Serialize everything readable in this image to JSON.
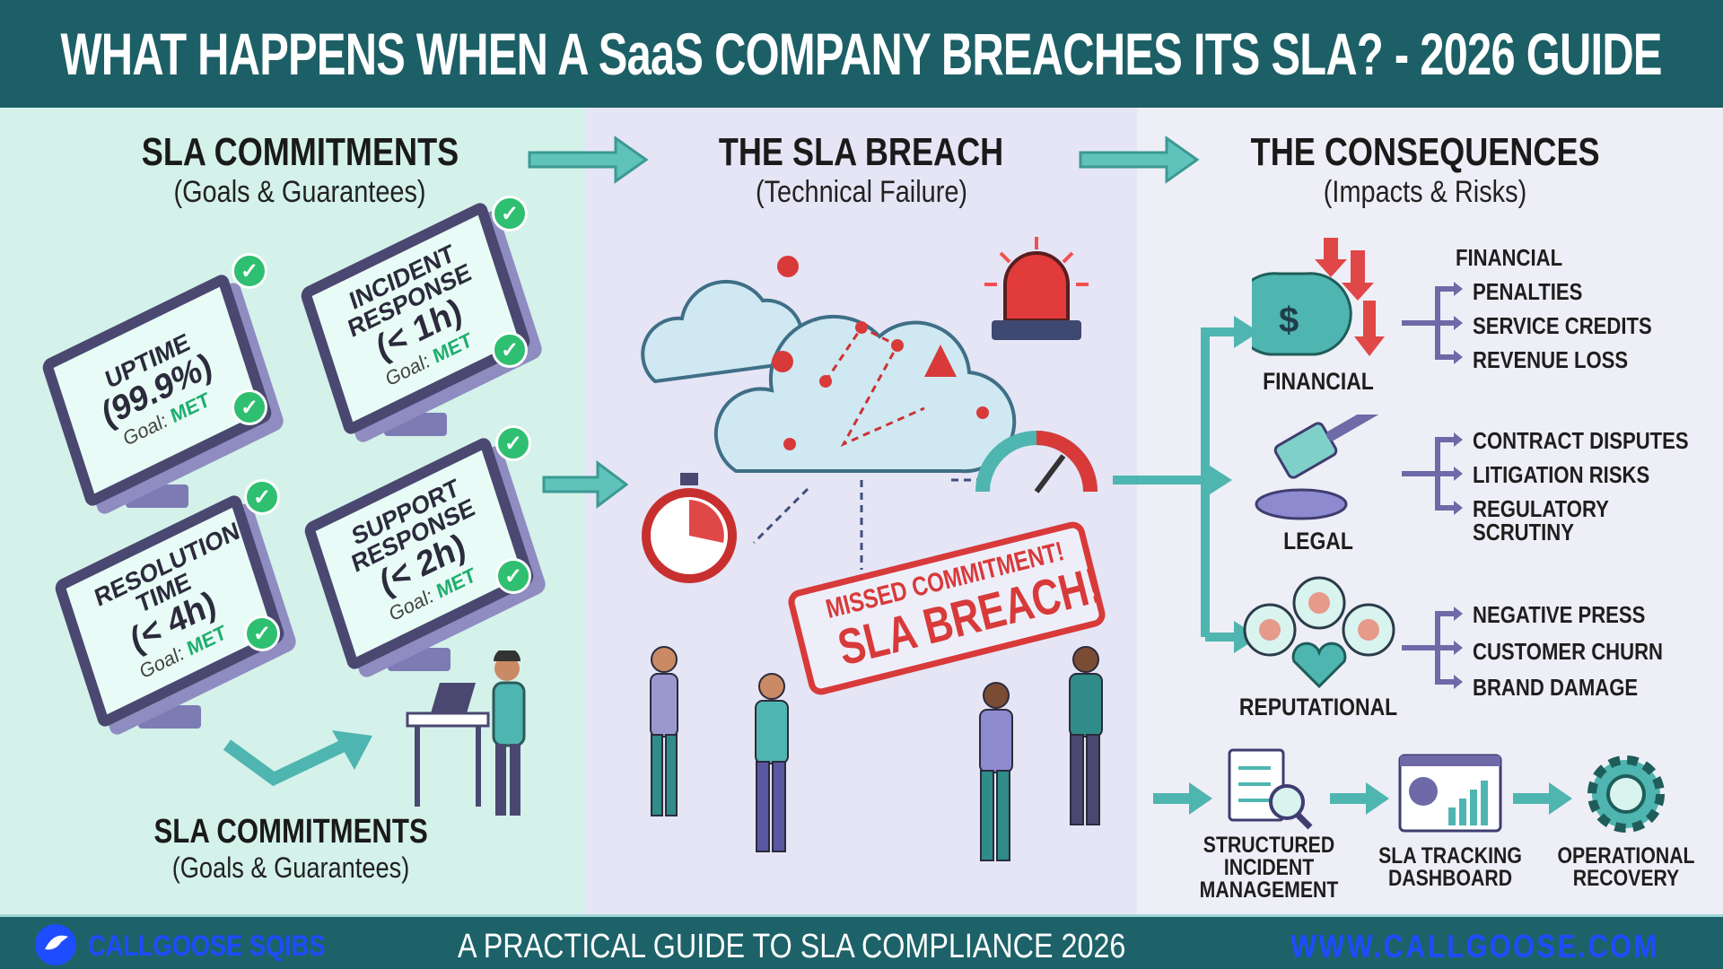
{
  "header": {
    "title": "WHAT HAPPENS WHEN A SaaS COMPANY BREACHES ITS SLA? - 2026 GUIDE"
  },
  "sections": {
    "commitments": {
      "title": "SLA COMMITMENTS",
      "subtitle": "(Goals & Guarantees)"
    },
    "breach": {
      "title": "THE SLA BREACH",
      "subtitle": "(Technical Failure)"
    },
    "consequences": {
      "title": "THE CONSEQUENCES",
      "subtitle": "(Impacts & Risks)"
    },
    "commitments_bottom": {
      "title": "SLA COMMITMENTS",
      "subtitle": "(Goals & Guarantees)"
    }
  },
  "monitors": [
    {
      "label": "UPTIME",
      "value": "(99.9%)",
      "goal": "Goal:",
      "status": "MET"
    },
    {
      "label": "INCIDENT RESPONSE",
      "value": "(< 1h)",
      "goal": "Goal:",
      "status": "MET"
    },
    {
      "label": "RESOLUTION TIME",
      "value": "(< 4h)",
      "goal": "Goal:",
      "status": "MET"
    },
    {
      "label": "SUPPORT RESPONSE",
      "value": "(< 2h)",
      "goal": "Goal:",
      "status": "MET"
    }
  ],
  "stamp": {
    "line1": "MISSED COMMITMENT!",
    "line2": "SLA BREACH!"
  },
  "consequences": {
    "financial": {
      "label": "FINANCIAL",
      "heading": "FINANCIAL",
      "items": [
        "PENALTIES",
        "SERVICE CREDITS",
        "REVENUE LOSS"
      ]
    },
    "legal": {
      "label": "LEGAL",
      "items": [
        "CONTRACT DISPUTES",
        "LITIGATION RISKS",
        "REGULATORY SCRUTINY"
      ]
    },
    "reputational": {
      "label": "REPUTATIONAL",
      "items": [
        "NEGATIVE PRESS",
        "CUSTOMER CHURN",
        "BRAND DAMAGE"
      ]
    }
  },
  "flow": [
    "STRUCTURED INCIDENT MANAGEMENT",
    "SLA TRACKING DASHBOARD",
    "OPERATIONAL RECOVERY"
  ],
  "footer": {
    "brand": "CALLGOOSE SQIBS",
    "tagline": "A PRACTICAL GUIDE TO SLA COMPLIANCE 2026",
    "url": "WWW.CALLGOOSE.COM"
  },
  "colors": {
    "header": "#1d5f66",
    "teal": "#4fb5b0",
    "purple": "#6e6aa8",
    "red": "#d83a3a",
    "green": "#2fbf71",
    "brand_blue": "#1e4cff"
  }
}
